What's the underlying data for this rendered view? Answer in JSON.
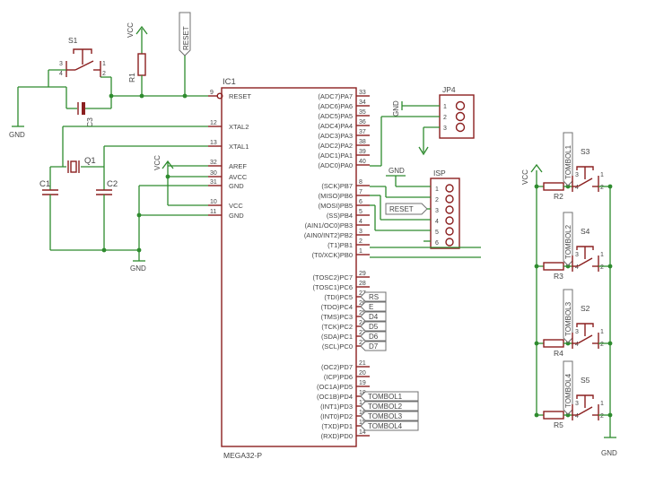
{
  "ic": {
    "name": "IC1",
    "part": "MEGA32-P",
    "left_pins": [
      {
        "label": "RESET",
        "num": "9"
      },
      {
        "label": "XTAL2",
        "num": "12"
      },
      {
        "label": "XTAL1",
        "num": "13"
      },
      {
        "label": "AREF",
        "num": "32"
      },
      {
        "label": "AVCC",
        "num": "30"
      },
      {
        "label": "GND",
        "num": "31"
      },
      {
        "label": "VCC",
        "num": "10"
      },
      {
        "label": "GND",
        "num": "11"
      }
    ],
    "right_pins": [
      {
        "label": "(ADC7)PA7",
        "num": "33"
      },
      {
        "label": "(ADC6)PA6",
        "num": "34"
      },
      {
        "label": "(ADC5)PA5",
        "num": "35"
      },
      {
        "label": "(ADC4)PA4",
        "num": "36"
      },
      {
        "label": "(ADC3)PA3",
        "num": "37"
      },
      {
        "label": "(ADC2)PA2",
        "num": "38"
      },
      {
        "label": "(ADC1)PA1",
        "num": "39"
      },
      {
        "label": "(ADC0)PA0",
        "num": "40"
      },
      {
        "label": "(SCK)PB7",
        "num": "8"
      },
      {
        "label": "(MISO)PB6",
        "num": "7"
      },
      {
        "label": "(MOSI)PB5",
        "num": "6"
      },
      {
        "label": "(SS)PB4",
        "num": "5"
      },
      {
        "label": "(AIN1/OC0)PB3",
        "num": "4"
      },
      {
        "label": "(AIN0/INT2)PB2",
        "num": "3"
      },
      {
        "label": "(T1)PB1",
        "num": "2"
      },
      {
        "label": "(T0/XCK)PB0",
        "num": "1"
      },
      {
        "label": "(TOSC2)PC7",
        "num": "29"
      },
      {
        "label": "(TOSC1)PC6",
        "num": "28"
      },
      {
        "label": "(TDI)PC5",
        "num": "27"
      },
      {
        "label": "(TDO)PC4",
        "num": "26"
      },
      {
        "label": "(TMS)PC3",
        "num": "25"
      },
      {
        "label": "(TCK)PC2",
        "num": "24"
      },
      {
        "label": "(SDA)PC1",
        "num": "23"
      },
      {
        "label": "(SCL)PC0",
        "num": "22"
      },
      {
        "label": "(OC2)PD7",
        "num": "21"
      },
      {
        "label": "(ICP)PD6",
        "num": "20"
      },
      {
        "label": "(OC1A)PD5",
        "num": "19"
      },
      {
        "label": "(OC1B)PD4",
        "num": "18"
      },
      {
        "label": "(INT1)PD3",
        "num": "17"
      },
      {
        "label": "(INT0)PD2",
        "num": "16"
      },
      {
        "label": "(TXD)PD1",
        "num": "15"
      },
      {
        "label": "(RXD)PD0",
        "num": "14"
      }
    ]
  },
  "labels": {
    "vcc": "VCC",
    "gnd": "GND",
    "reset": "RESET",
    "s1": "S1",
    "r1": "R1",
    "c3": "C3",
    "q1": "Q1",
    "c1": "C1",
    "c2": "C2",
    "jp4": "JP4",
    "isp": "ISP",
    "s_num": [
      "1",
      "2",
      "3",
      "4"
    ],
    "isp_pins": [
      "1",
      "2",
      "3",
      "4",
      "5",
      "6"
    ],
    "jp4_pins": [
      "1",
      "2",
      "3"
    ]
  },
  "lcd_flags": [
    "RS",
    "E",
    "D4",
    "D5",
    "D6",
    "D7"
  ],
  "tombol_flags": [
    "TOMBOL1",
    "TOMBOL2",
    "TOMBOL3",
    "TOMBOL4"
  ],
  "buttons": [
    {
      "switch": "S3",
      "resistor": "R2",
      "net": "TOMBOL1"
    },
    {
      "switch": "S4",
      "resistor": "R3",
      "net": "TOMBOL2"
    },
    {
      "switch": "S2",
      "resistor": "R4",
      "net": "TOMBOL3"
    },
    {
      "switch": "S5",
      "resistor": "R5",
      "net": "TOMBOL4"
    }
  ],
  "colors": {
    "wire": "#2e8b2e",
    "component": "#8b2020",
    "text": "#444444"
  }
}
